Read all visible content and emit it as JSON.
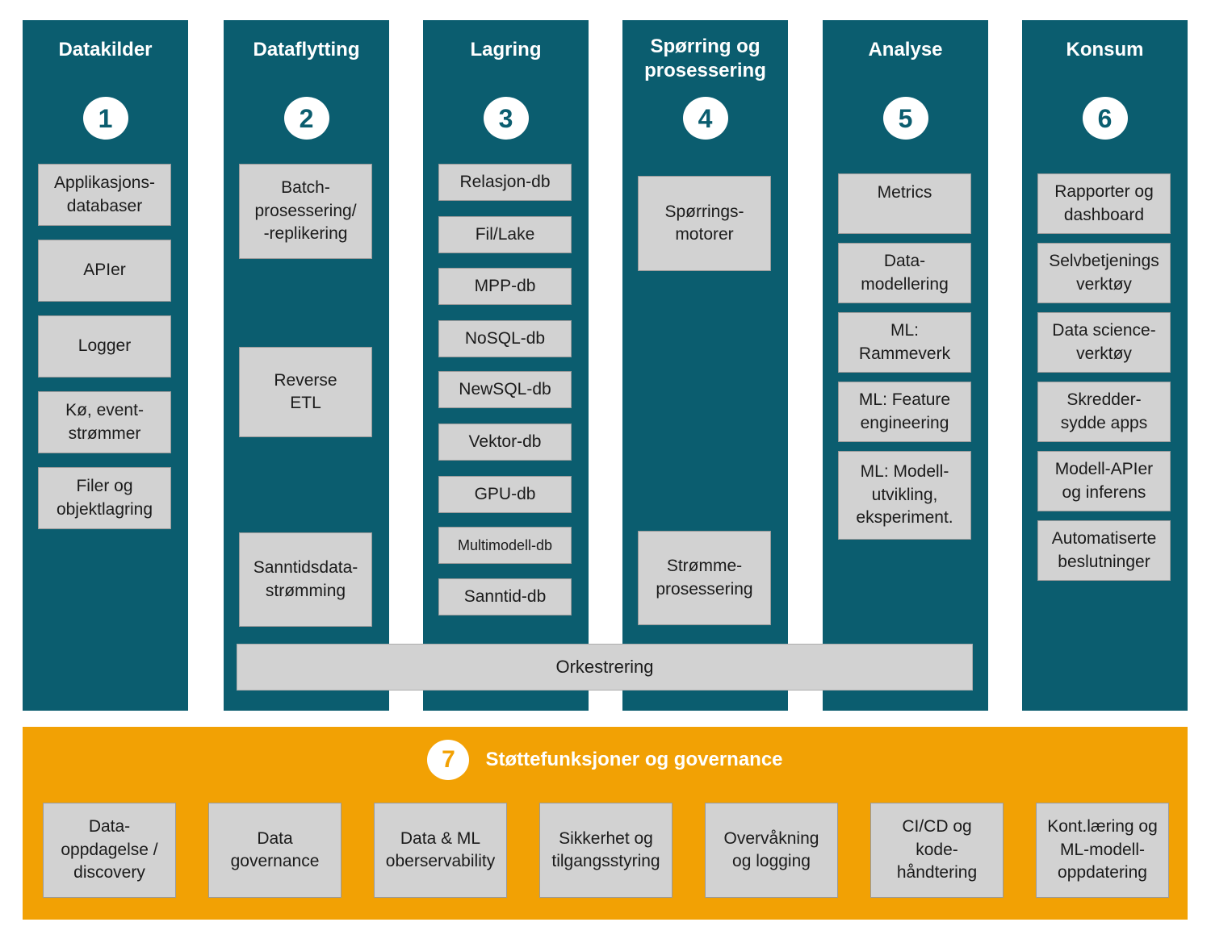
{
  "colors": {
    "teal": "#0B5D6F",
    "orange": "#F2A104",
    "box_gray": "#D2D2D2"
  },
  "columns": [
    {
      "number": "1",
      "title": "Datakilder",
      "items": [
        "Applikasjons-\ndatabaser",
        "APIer",
        "Logger",
        "Kø, event-\nstrømmer",
        "Filer og\nobjektlagring"
      ]
    },
    {
      "number": "2",
      "title": "Dataflytting",
      "items": [
        "Batch-\nprosessering/\n-replikering",
        "Reverse\nETL",
        "Sanntidsdata-\nstrømming"
      ]
    },
    {
      "number": "3",
      "title": "Lagring",
      "items": [
        "Relasjon-db",
        "Fil/Lake",
        "MPP-db",
        "NoSQL-db",
        "NewSQL-db",
        "Vektor-db",
        "GPU-db",
        "Multimodell-db",
        "Sanntid-db"
      ]
    },
    {
      "number": "4",
      "title": "Spørring og\nprosessering",
      "items": [
        "Spørrings-\nmotorer",
        "Strømme-\nprosessering"
      ]
    },
    {
      "number": "5",
      "title": "Analyse",
      "items": [
        "Metrics",
        "Data-\nmodellering",
        "ML:\nRammeverk",
        "ML: Feature\nengineering",
        "ML: Modell-\nutvikling,\neksperiment."
      ]
    },
    {
      "number": "6",
      "title": "Konsum",
      "items": [
        "Rapporter og\ndashboard",
        "Selvbetjenings\nverktøy",
        "Data science-\nverktøy",
        "Skredder-\nsydde apps",
        "Modell-APIer\nog inferens",
        "Automatiserte\nbeslutninger"
      ]
    }
  ],
  "orchestration": {
    "label": "Orkestrering"
  },
  "governance": {
    "number": "7",
    "title": "Støttefunksjoner og governance",
    "items": [
      "Data-\noppdagelse /\ndiscovery",
      "Data\ngovernance",
      "Data & ML\noberservability",
      "Sikkerhet og\ntilgangsstyring",
      "Overvåkning\nog logging",
      "CI/CD og\nkode-\nhåndtering",
      "Kont.læring og\nML-modell-\noppdatering"
    ]
  }
}
